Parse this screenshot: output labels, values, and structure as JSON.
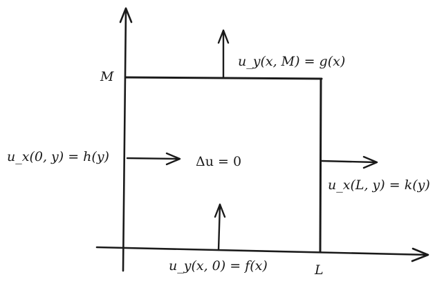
{
  "axes": {
    "y_top_label": "M",
    "x_right_label": "L"
  },
  "equation": "Δu = 0",
  "boundary_conditions": {
    "top": "u_y(x, M) = g(x)",
    "bottom": "u_y(x, 0) = f(x)",
    "left": "u_x(0, y) = h(y)",
    "right": "u_x(L, y) = k(y)"
  }
}
